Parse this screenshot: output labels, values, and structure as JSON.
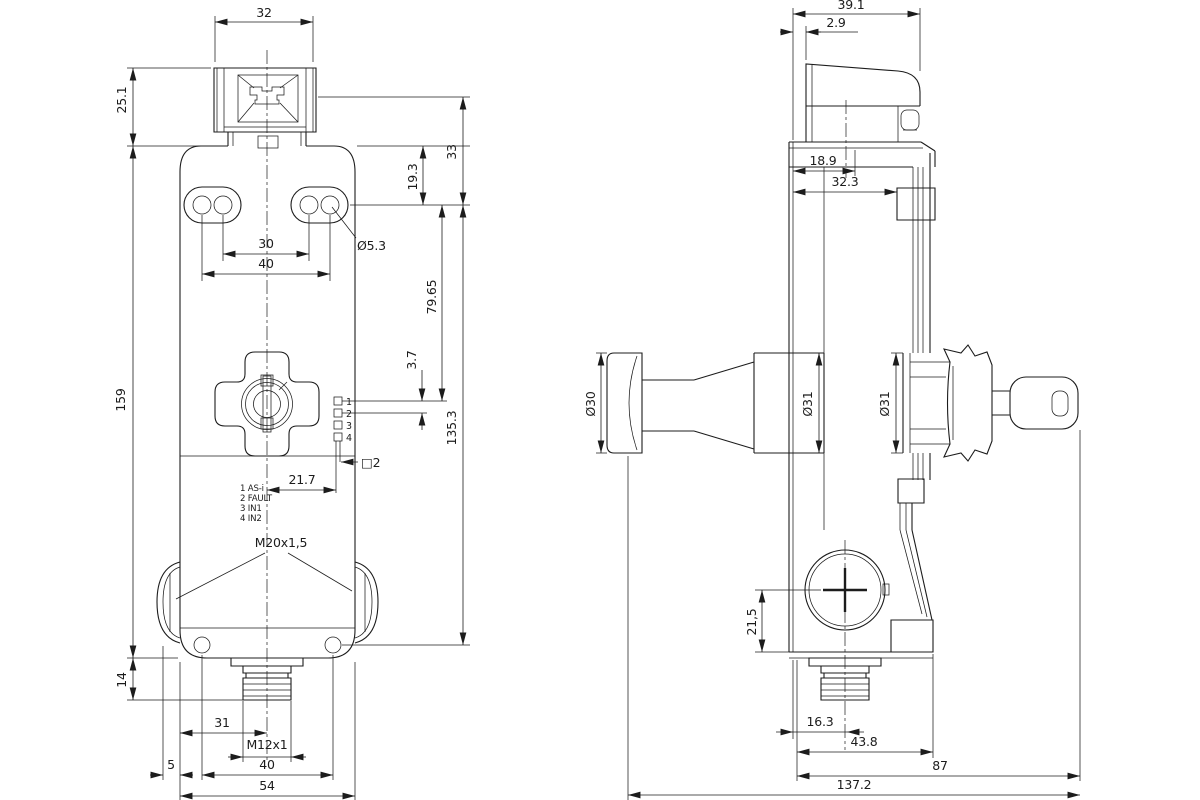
{
  "drawing": {
    "background": "#ffffff",
    "line_color": "#1c1c1c",
    "type": "technical dimension drawing, safety switch with AS-i interface, front and side views"
  },
  "front_view": {
    "dims": {
      "head_width": "32",
      "head_height": "25.1",
      "body_height": "159",
      "connector_length": "14",
      "slot_pitch_inner": "30",
      "slot_pitch_outer": "40",
      "slot_hole_dia": "Ø5.3",
      "head_to_holes": "33",
      "body_top_to_holes": "19.3",
      "holes_to_led1": "79.65",
      "led_row_gap": "3.7",
      "holes_to_bottom_holes": "135.3",
      "center_to_led": "21.7",
      "led_square": "□2",
      "left_edge_to_center": "31",
      "connector_thread": "M12x1",
      "plug_offset": "5",
      "bottom_hole_pitch": "40",
      "body_width": "54",
      "cable_gland": "M20x1,5"
    },
    "led_numbers": [
      "1",
      "2",
      "3",
      "4"
    ],
    "led_legend": [
      "1 AS-i",
      "2 FAULT",
      "3 IN1",
      "4 IN2"
    ]
  },
  "side_view": {
    "dims": {
      "head_depth": "39.1",
      "head_front_offset": "2.9",
      "front_to_body": "18.9",
      "front_to_bracket": "32.3",
      "button_dia": "Ø30",
      "button_base_dia": "Ø31",
      "release_dia": "Ø31",
      "screw_to_base": "21,5",
      "front_to_axis": "16.3",
      "housing_depth": "43.8",
      "depth_with_key": "87",
      "overall_depth": "137.2"
    }
  }
}
